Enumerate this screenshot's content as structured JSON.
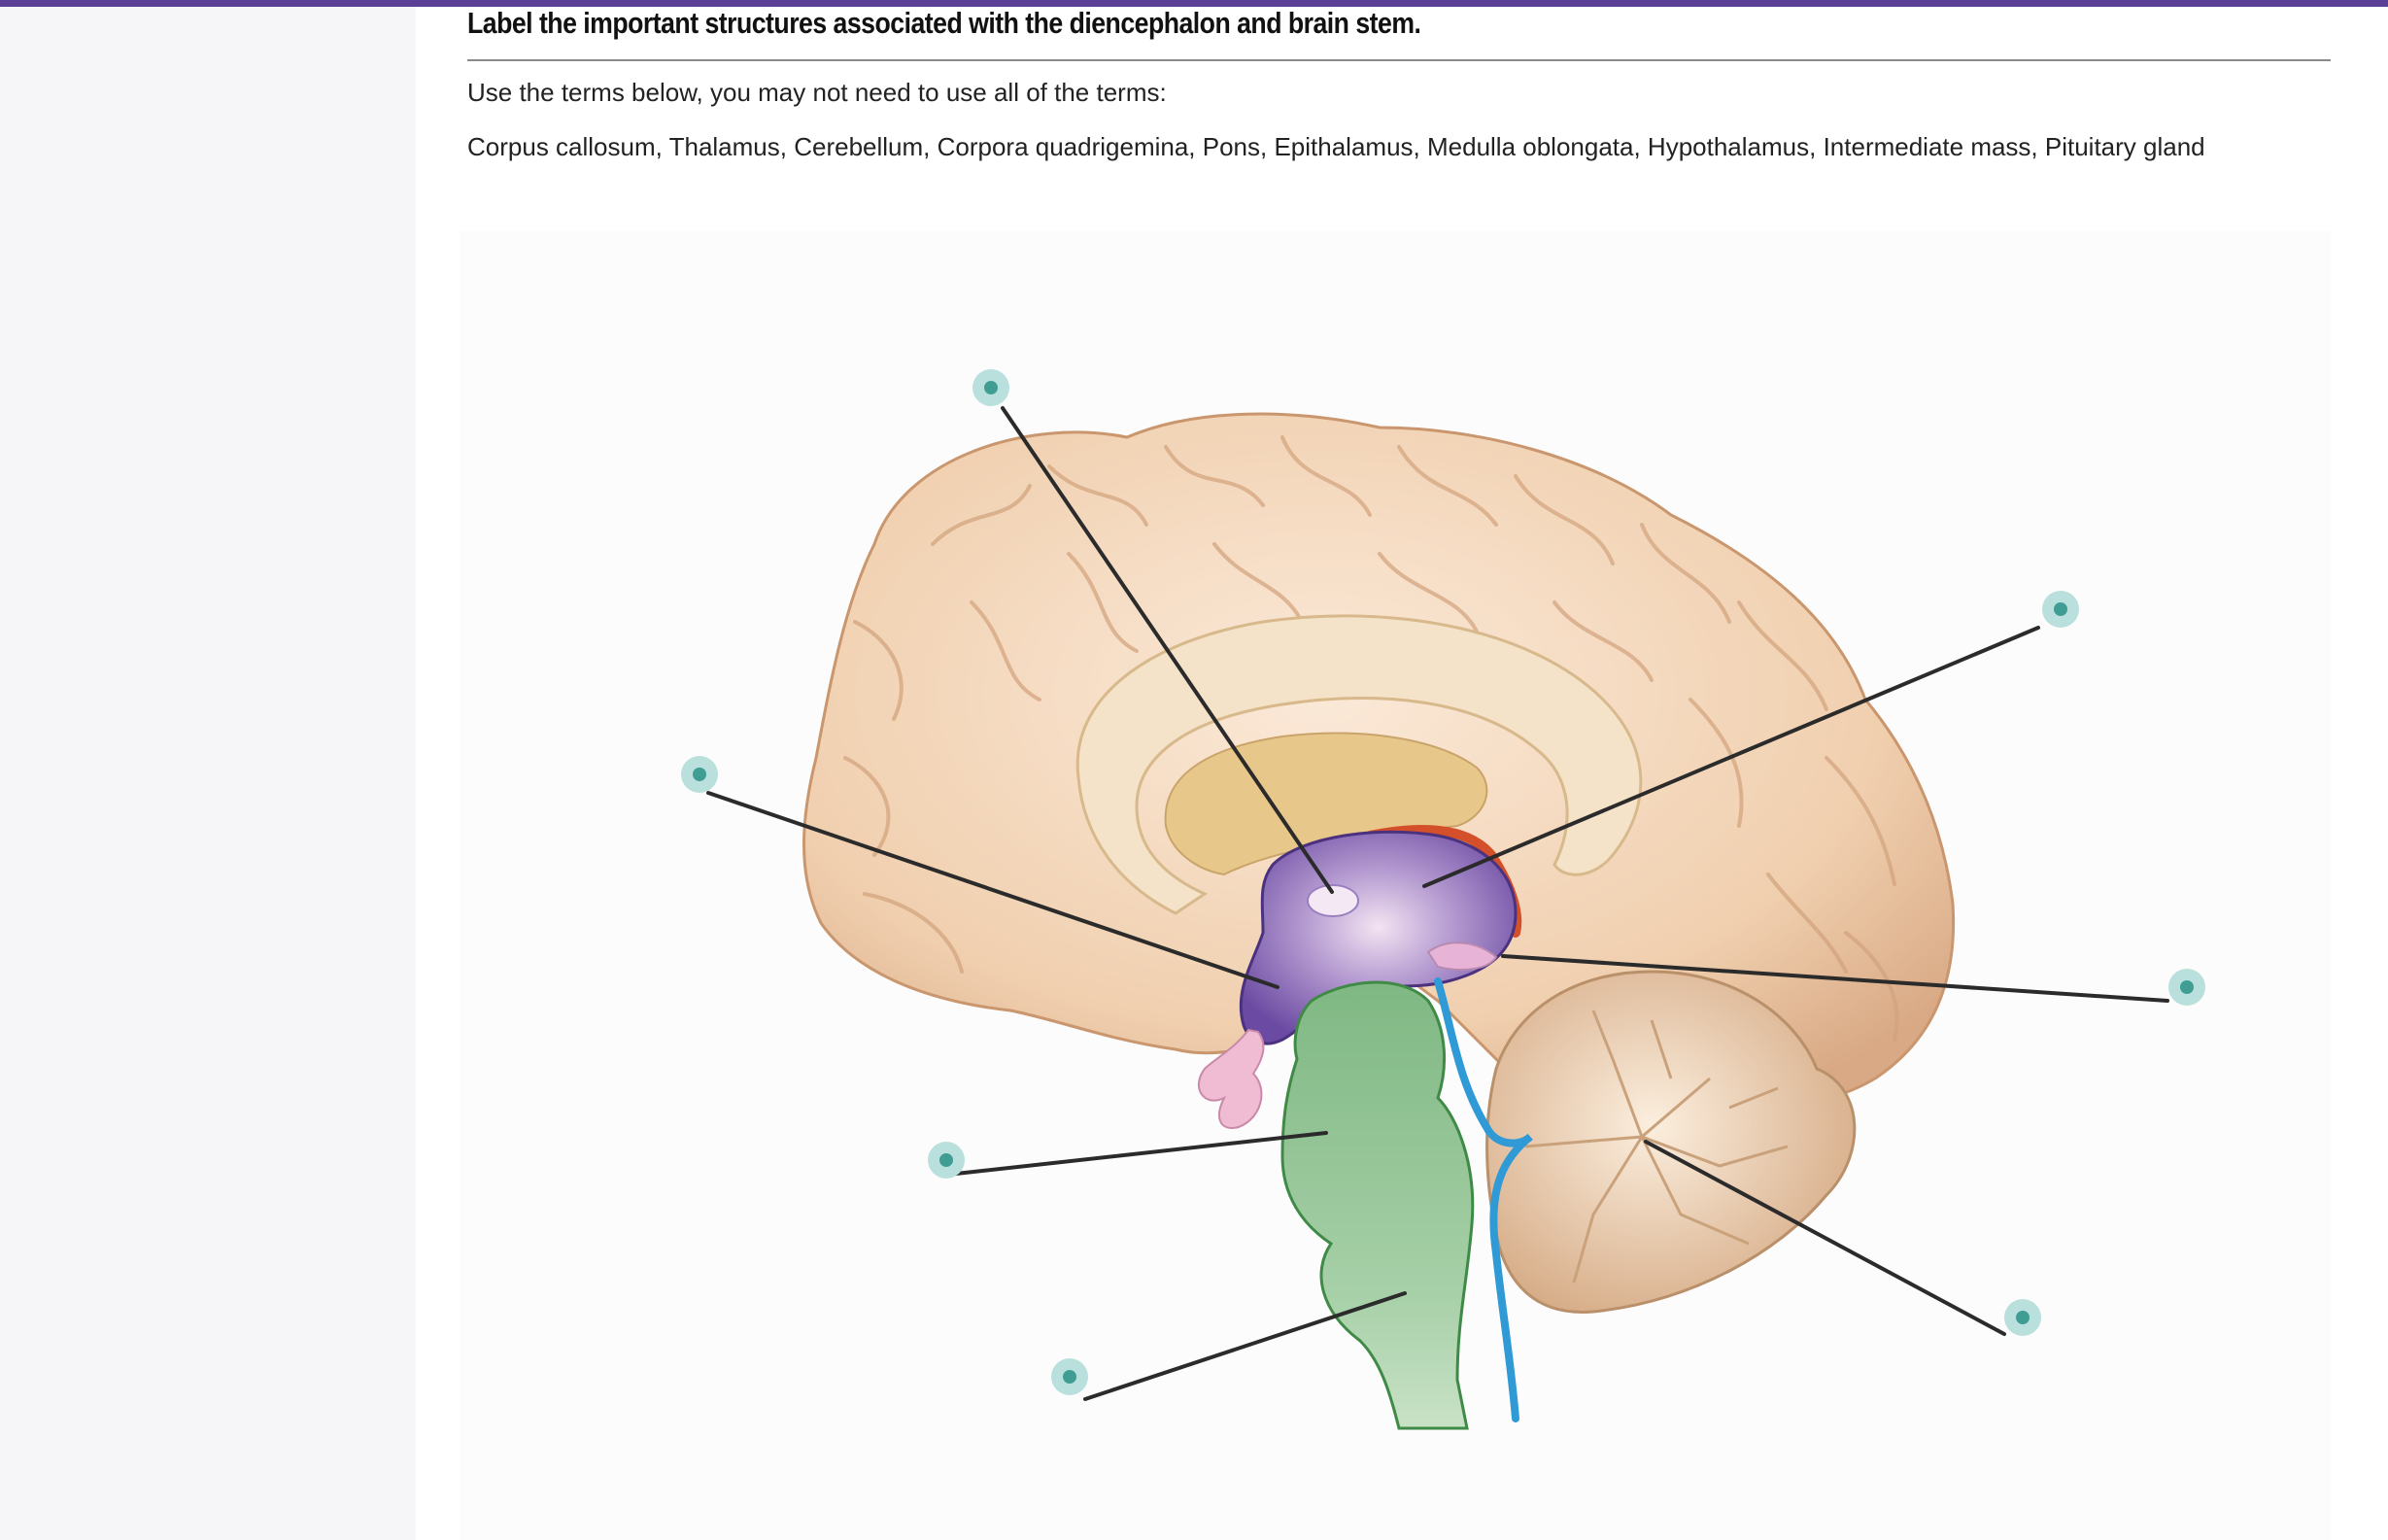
{
  "question": {
    "title": "Label the important structures associated with the diencephalon and brain stem.",
    "instructions": "Use the terms below, you may not need to use all of the terms:",
    "terms": "Corpus callosum, Thalamus, Cerebellum, Corpora quadrigemina, Pons, Epithalamus, Medulla oblongata, Hypothalamus, Intermediate mass, Pituitary gland"
  },
  "figure": {
    "label_targets": [
      {
        "name": "label-target-1"
      },
      {
        "name": "label-target-2"
      },
      {
        "name": "label-target-3"
      },
      {
        "name": "label-target-4"
      },
      {
        "name": "label-target-5"
      },
      {
        "name": "label-target-6"
      },
      {
        "name": "label-target-7"
      }
    ],
    "colors": {
      "accent_bar": "#5b3e96",
      "hotspot_ring": "#b9e0dc",
      "hotspot_dot": "#3f9d94",
      "leader_line": "#2b2b2b",
      "cortex": "#f2d4b6",
      "diencephalon": "#6b4ea6",
      "brainstem": "#9ccb9c",
      "ventricle": "#3aa0d8"
    }
  }
}
